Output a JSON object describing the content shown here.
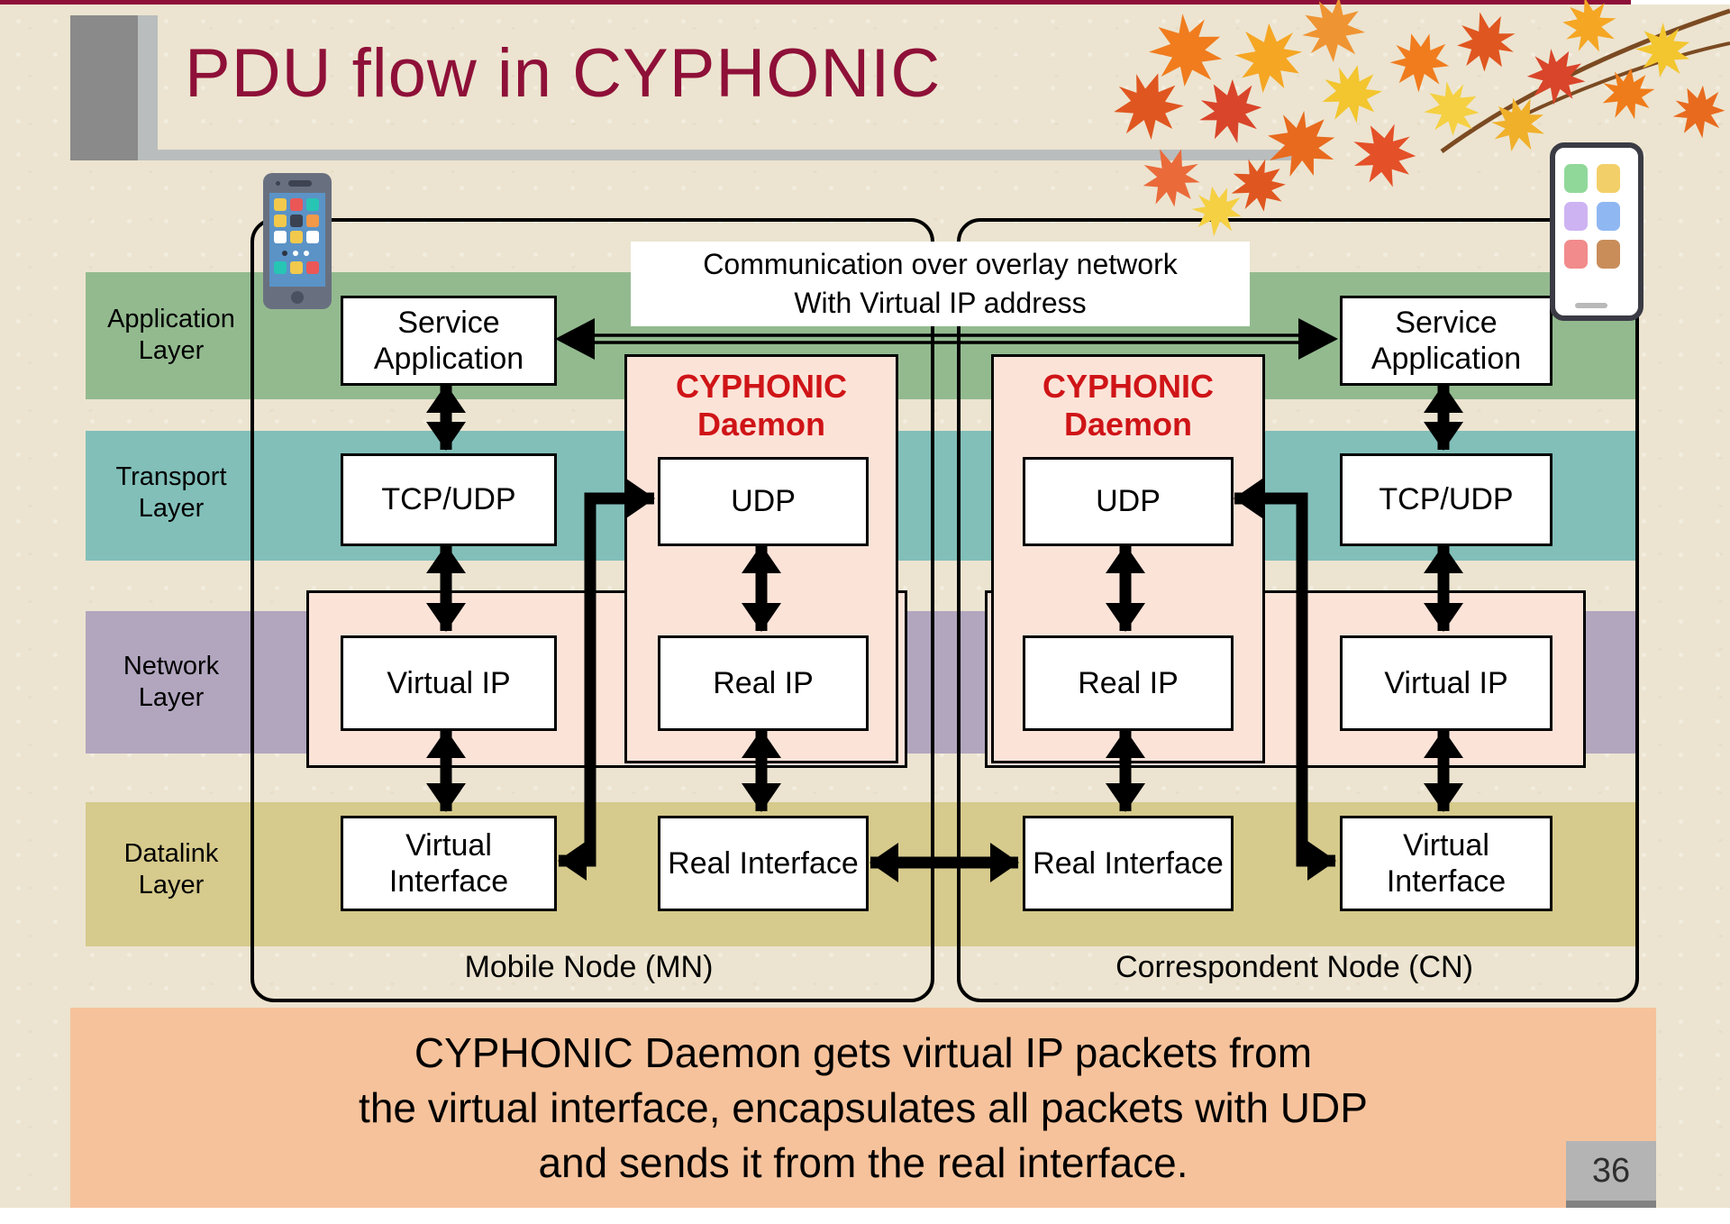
{
  "slide": {
    "title": "PDU flow in CYPHONIC",
    "page_number": "36",
    "caption": {
      "line1": "CYPHONIC Daemon gets virtual IP packets from",
      "line2": "the virtual interface, encapsulates all packets with UDP",
      "line3": "and sends it from the real interface."
    }
  },
  "comm_label": {
    "line1": "Communication over overlay network",
    "line2": "With Virtual IP address"
  },
  "layers": [
    {
      "line1": "Application",
      "line2": "Layer"
    },
    {
      "line1": "Transport",
      "line2": "Layer"
    },
    {
      "line1": "Network",
      "line2": "Layer"
    },
    {
      "line1": "Datalink",
      "line2": "Layer"
    }
  ],
  "nodes": {
    "mn": {
      "label": "Mobile Node (MN)",
      "service_app": "Service Application",
      "tcp_udp": "TCP/UDP",
      "virtual_ip": "Virtual IP",
      "virtual_interface": "Virtual Interface",
      "real_interface": "Real Interface",
      "daemon": {
        "title_line1": "CYPHONIC",
        "title_line2": "Daemon",
        "udp": "UDP",
        "real_ip": "Real IP"
      }
    },
    "cn": {
      "label": "Correspondent Node (CN)",
      "service_app": "Service Application",
      "tcp_udp": "TCP/UDP",
      "virtual_ip": "Virtual IP",
      "virtual_interface": "Virtual Interface",
      "real_interface": "Real Interface",
      "daemon": {
        "title_line1": "CYPHONIC",
        "title_line2": "Daemon",
        "udp": "UDP",
        "real_ip": "Real IP"
      }
    }
  },
  "colors": {
    "title_accent": "#8e1038",
    "background": "#ece4d0",
    "application_band": "#93ba8f",
    "transport_band": "#82bfb9",
    "network_band": "#b2a6bf",
    "datalink_band": "#d6ca8c",
    "daemon_fill": "#fce3d8",
    "daemon_title_red": "#cf1417",
    "caption_band": "#f6c29b",
    "page_box_gray": "#b4b4b4",
    "arrow_black": "#000000"
  }
}
